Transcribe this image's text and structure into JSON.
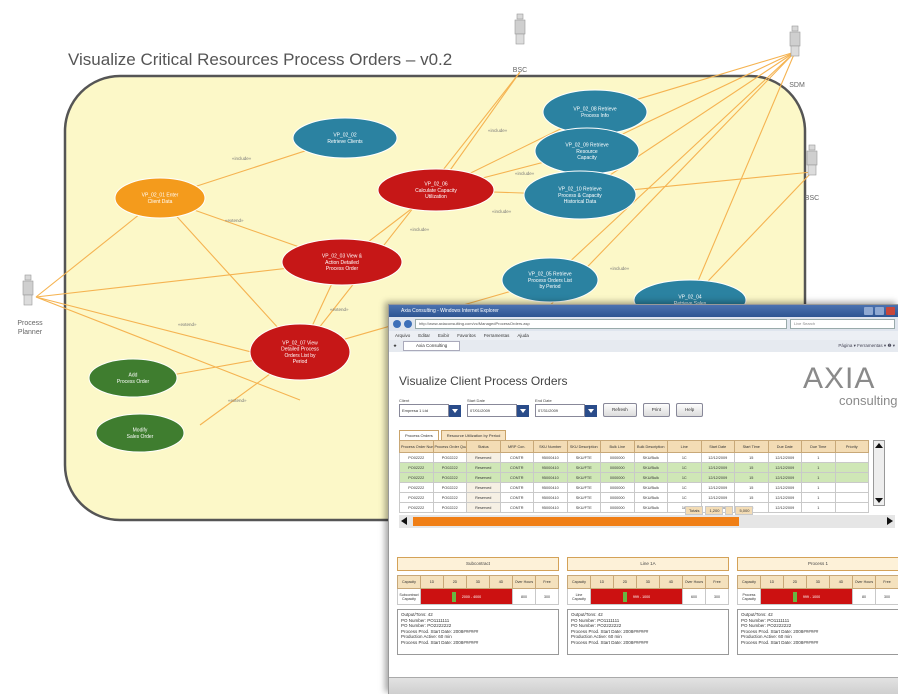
{
  "slide": {
    "title": "Visualize Critical Resources Process Orders – v0.2"
  },
  "colors": {
    "boundary_fill": "#fcf8c8",
    "teal": "#2b82a1",
    "red": "#c61717",
    "orange": "#f49b1c",
    "green": "#3f7d2f",
    "connector": "#f5b351"
  },
  "actors": [
    {
      "id": "bsc_top",
      "label": "BSC"
    },
    {
      "id": "sdm",
      "label": "SDM"
    },
    {
      "id": "bsc_right",
      "label": "BSC"
    },
    {
      "id": "planner",
      "label": "Process\nPlanner"
    }
  ],
  "use_cases": [
    {
      "id": "uc_retrieve_clients",
      "lines": [
        "VP_02_02",
        "Retrieve Clients"
      ]
    },
    {
      "id": "uc_retrieve_process_info",
      "lines": [
        "VP_02_08 Retrieve",
        "Process Info"
      ]
    },
    {
      "id": "uc_retrieve_resource_capacity",
      "lines": [
        "VP_02_09 Retrieve",
        "Resource",
        "Capacity"
      ]
    },
    {
      "id": "uc_retrieve_historical_data",
      "lines": [
        "VP_02_10 Retrieve",
        "Process & Capacity",
        "Historical Data"
      ]
    },
    {
      "id": "uc_select_client",
      "lines": [
        "VP_02_01 Enter",
        "Client Data"
      ]
    },
    {
      "id": "uc_calc_capacity",
      "lines": [
        "VP_02_06",
        "Calculate Capacity",
        "Utilization"
      ]
    },
    {
      "id": "uc_view_action",
      "lines": [
        "VP_02_03 View &",
        "Action Detailed",
        "Process Order"
      ]
    },
    {
      "id": "uc_retrieve_orders",
      "lines": [
        "VP_02_05 Retrieve",
        "Process Orders List",
        "by Period"
      ]
    },
    {
      "id": "uc_retrieve_sales",
      "lines": [
        "VP_02_04",
        "Retrieve Sales"
      ]
    },
    {
      "id": "uc_view_orders_list",
      "lines": [
        "VP_02_07 View",
        "Detailed Process",
        "Orders List by",
        "Period"
      ]
    },
    {
      "id": "uc_add_order",
      "lines": [
        "Add",
        "Process Order"
      ]
    },
    {
      "id": "uc_modify_sales",
      "lines": [
        "Modify",
        "Sales Order"
      ]
    }
  ],
  "relations": {
    "include": "«include»",
    "extend": "«extend»"
  },
  "browser": {
    "window_title": "Axia Consulting - Windows Internet Explorer",
    "url": "http://www.axiaconsulting.com/vc/ManagedProcessOrders.asp",
    "search_placeholder": "Live Search",
    "menu": [
      "Arquivo",
      "Editar",
      "Exibir",
      "Favoritos",
      "Ferramentas",
      "Ajuda"
    ],
    "fav_tab": "Axia Consulting",
    "fav_right": "Página ▾  Ferramentas ▾  ❷ ▾",
    "page_title": "Visualize Client Process Orders",
    "logo_main": "AXIA",
    "logo_sub": "consulting",
    "filters": [
      {
        "label": "Client",
        "value": "Empresa 1 Ltd"
      },
      {
        "label": "Start Date",
        "value": "07/01/2009"
      },
      {
        "label": "End Date",
        "value": "07/31/2009"
      }
    ],
    "buttons": [
      "Refresh",
      "Print",
      "Help"
    ],
    "tabs": [
      "Process Orders",
      "Resource Utilization by Period"
    ],
    "table": {
      "headers": [
        "Process Order Number",
        "Process Order Quantity",
        "Status",
        "MRP Con.",
        "SKU Number",
        "SKU Description",
        "Bulk Line",
        "Bulk Description",
        "Line",
        "Start Date",
        "Start Time",
        "Due Date",
        "Due Time",
        "Priority"
      ],
      "rows": [
        [
          "PO02222",
          "PO02222",
          "Reserved",
          "CONTR",
          "95000410",
          "SKU/FTE",
          "0000000",
          "SKU/Bulk",
          "1C",
          "12/12/2009",
          "15",
          "12/12/2009",
          "1"
        ],
        [
          "PO02222",
          "PO02222",
          "Reserved",
          "CONTR",
          "95000410",
          "SKU/FTE",
          "0000000",
          "SKU/Bulk",
          "1C",
          "12/12/2009",
          "15",
          "12/12/2009",
          "1"
        ],
        [
          "PO02222",
          "PO02222",
          "Reserved",
          "CONTR",
          "95000410",
          "SKU/FTE",
          "0000000",
          "SKU/Bulk",
          "1C",
          "12/12/2009",
          "15",
          "12/12/2009",
          "1"
        ],
        [
          "PO02222",
          "PO02222",
          "Reserved",
          "CONTR",
          "95000410",
          "SKU/FTE",
          "0000000",
          "SKU/Bulk",
          "1C",
          "12/12/2009",
          "15",
          "12/12/2009",
          "1"
        ],
        [
          "PO02222",
          "PO02222",
          "Reserved",
          "CONTR",
          "95000410",
          "SKU/FTE",
          "0000000",
          "SKU/Bulk",
          "1C",
          "12/12/2009",
          "15",
          "12/12/2009",
          "1"
        ],
        [
          "PO02222",
          "PO02222",
          "Reserved",
          "CONTR",
          "95000410",
          "SKU/FTE",
          "0000000",
          "SKU/Bulk",
          "1C",
          "12/12/2009",
          "15",
          "12/12/2009",
          "1"
        ]
      ],
      "totals": [
        "Totals",
        "1,200",
        "",
        "5,000"
      ]
    },
    "panels": [
      {
        "title": "Subcontract",
        "headers": [
          "Capacity",
          "1D",
          "2D",
          "3D",
          "4D",
          "Over Hours",
          "Free"
        ],
        "row_label": "Subcontract Capacity",
        "bar_text": "2000 - 4000",
        "cells": [
          "800",
          "300"
        ],
        "info": [
          "Output/Tons: 42",
          "PO Number: PO1111111",
          "PO Number: PO2222222",
          "Process Prod. Start Date: 2008######",
          "Production Active: 60 min",
          "Process Prod. Start Date: 2008######"
        ]
      },
      {
        "title": "Line 1A",
        "headers": [
          "Capacity",
          "1D",
          "2D",
          "3D",
          "4D",
          "Over Hours",
          "Free"
        ],
        "row_label": "Line Capacity",
        "bar_text": "999 - 1000",
        "cells": [
          "600",
          "300"
        ],
        "info": [
          "Output/Tons: 42",
          "PO Number: PO1111111",
          "PO Number: PO2222222",
          "Process Prod. Start Date: 2008######",
          "Production Active: 60 min",
          "Process Prod. Start Date: 2008######"
        ]
      },
      {
        "title": "Process 1",
        "headers": [
          "Capacity",
          "1D",
          "2D",
          "3D",
          "4D",
          "Over Hours",
          "Free"
        ],
        "row_label": "Process Capacity",
        "bar_text": "999 - 1000",
        "cells": [
          "80",
          "300"
        ],
        "info": [
          "Output/Tons: 42",
          "PO Number: PO1111111",
          "PO Number: PO2222222",
          "Process Prod. Start Date: 2008######",
          "Production Active: 60 min",
          "Process Prod. Start Date: 2008######"
        ]
      }
    ]
  }
}
